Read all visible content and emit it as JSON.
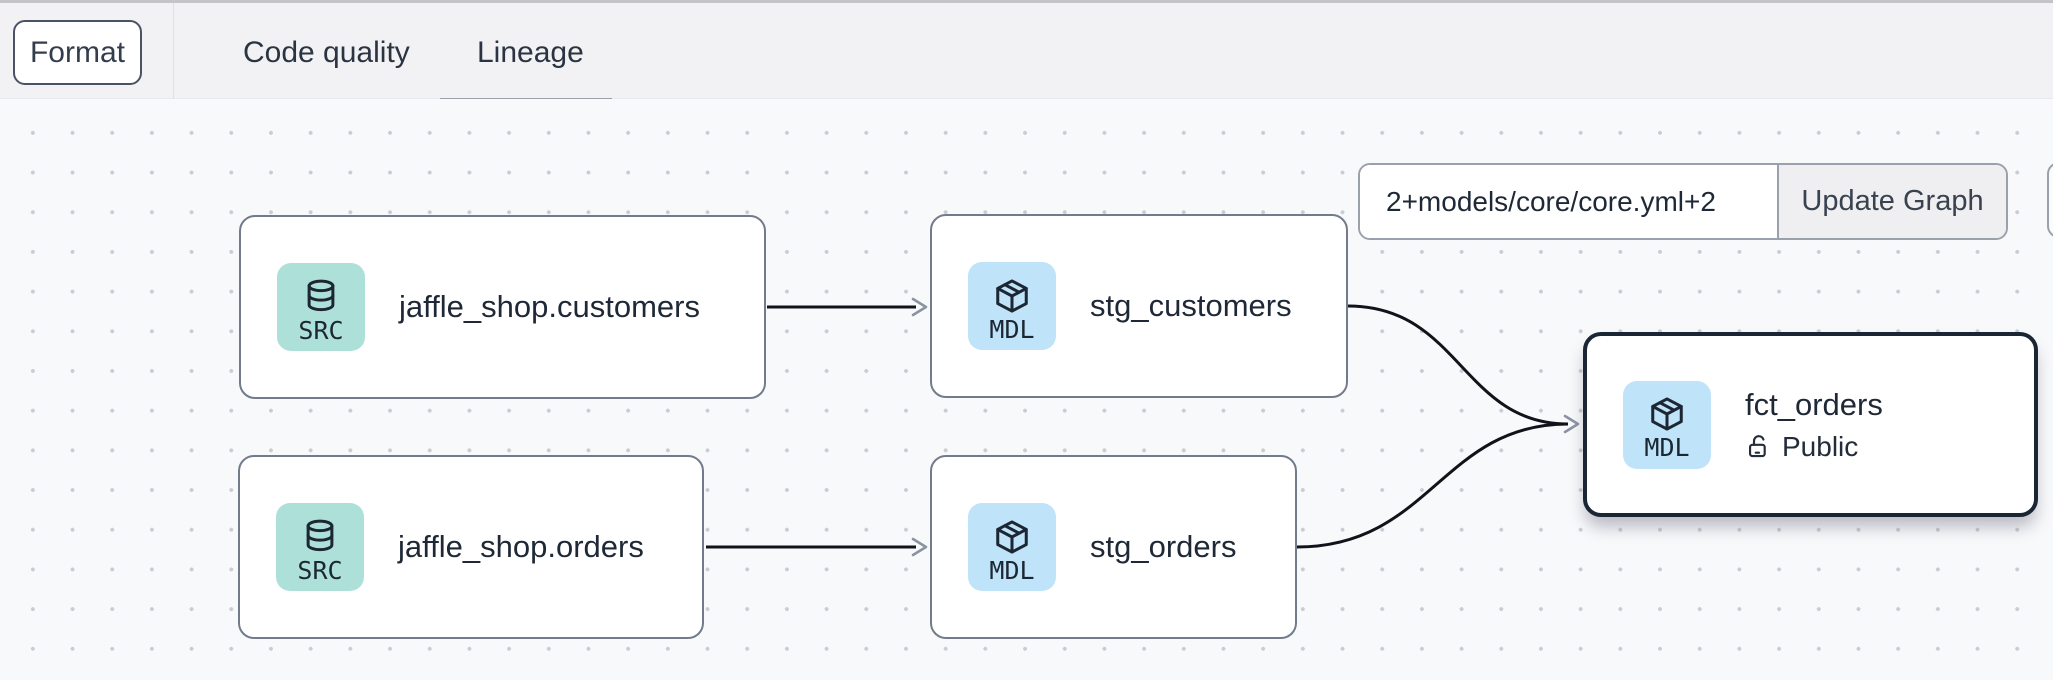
{
  "header": {
    "format_button": "Format",
    "tabs": [
      {
        "label": "Code quality",
        "active": false
      },
      {
        "label": "Lineage",
        "active": true
      }
    ]
  },
  "toolbar": {
    "selector_value": "2+models/core/core.yml+2",
    "update_button_label": "Update Graph"
  },
  "graph": {
    "nodes": [
      {
        "type": "SRC",
        "label": "jaffle_shop.customers"
      },
      {
        "type": "MDL",
        "label": "stg_customers"
      },
      {
        "type": "SRC",
        "label": "jaffle_shop.orders"
      },
      {
        "type": "MDL",
        "label": "stg_orders"
      },
      {
        "type": "MDL",
        "label": "fct_orders",
        "access": "Public",
        "selected": true
      }
    ],
    "edges": [
      {
        "from": "jaffle_shop.customers",
        "to": "stg_customers"
      },
      {
        "from": "jaffle_shop.orders",
        "to": "stg_orders"
      },
      {
        "from": "stg_customers",
        "to": "fct_orders"
      },
      {
        "from": "stg_orders",
        "to": "fct_orders"
      }
    ]
  },
  "colors": {
    "source_icon_bg": "#aee0da",
    "model_icon_bg": "#bfe3f8",
    "selected_node_border": "#1b2634",
    "node_border": "#727b8b",
    "edge": "#10141a",
    "arrowhead": "#8b93a3",
    "header_bg": "#f2f2f4",
    "canvas_bg": "#f8f9fb",
    "tab_underline": "#9aa1ac",
    "text": "#1e2836"
  }
}
